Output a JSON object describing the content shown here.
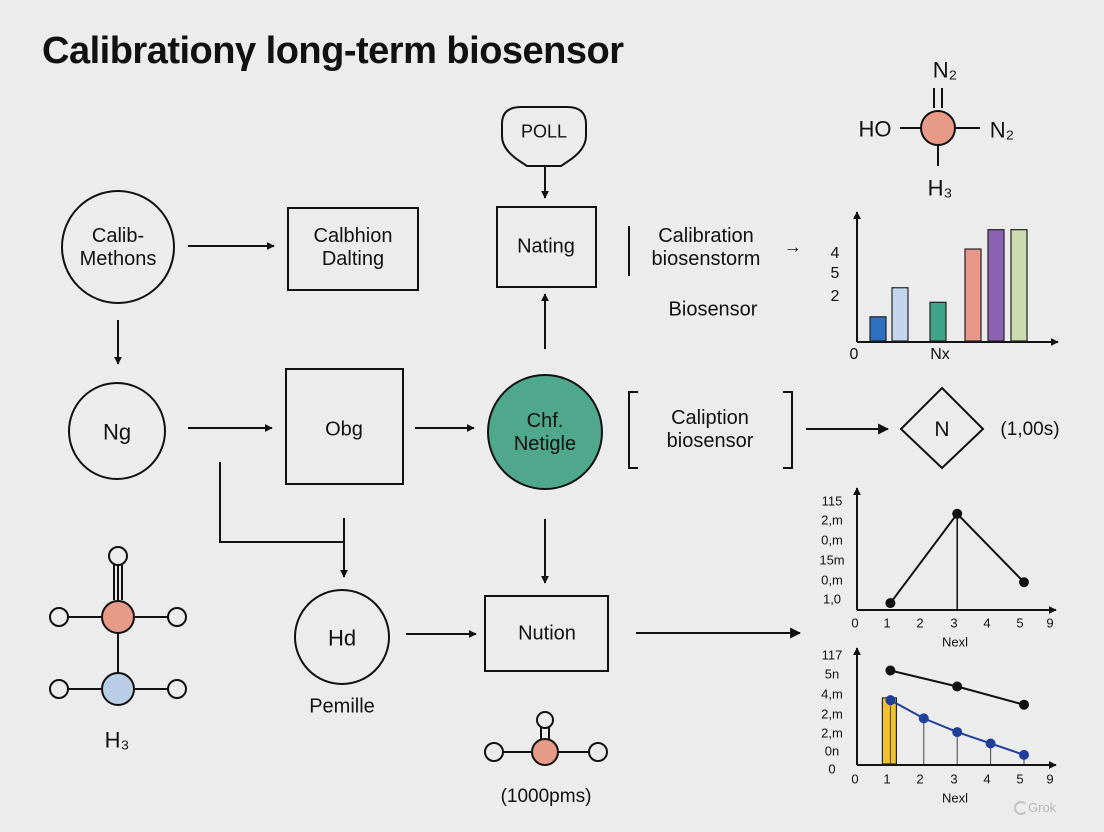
{
  "title": "Calibrationγ long-term biosensor",
  "nodes": {
    "calib_methons": "Calib-\nMethons",
    "ng": "Ng",
    "calbhion": "Calbhion\nDalting",
    "obg": "Obg",
    "poll": "POLL",
    "nating": "Nating",
    "chf_netigle": "Chf.\nNetigle",
    "calibration_biosenstorm": "Calibration\nbiosenstorm",
    "biosensor": "Biosensor",
    "caliption": "Caliption\nbiosensor",
    "n_diamond": "N",
    "n_diamond_note": "(1,00s)",
    "hd": "Hd",
    "pemille": "Pemille",
    "nution": "Nution",
    "pms_label": "(1000pms)",
    "h3_left": "H₃"
  },
  "molecule_top_right": {
    "n2_top": "N₂",
    "ho": "HO",
    "n2_right": "N₂",
    "h3": "H₃"
  },
  "colors": {
    "teal_node": "#4fa88c",
    "salmon_atom": "#e79a88",
    "blue_atom": "#b9cde6"
  },
  "chart_data": [
    {
      "type": "bar",
      "yticks": [
        "4",
        "5",
        "2"
      ],
      "xticks": [
        "0",
        "Nx"
      ],
      "series": [
        {
          "color": "#2f6fc0",
          "value": 1.0
        },
        {
          "color": "#c4d6ee",
          "value": 2.2
        },
        {
          "color": "#3fa38a",
          "value": 1.6
        },
        {
          "color": "#e8968a",
          "value": 3.8
        },
        {
          "color": "#8c62b4",
          "value": 4.6
        },
        {
          "color": "#cddcb0",
          "value": 4.6
        }
      ],
      "ylim": [
        0,
        5
      ]
    },
    {
      "type": "line",
      "yticks": [
        "115",
        "2,m",
        "0,m",
        "15m",
        "0,m",
        "1,0"
      ],
      "xticks": [
        "0",
        "1",
        "2",
        "3",
        "4",
        "5",
        "9"
      ],
      "xlabel": "Nexl",
      "points": [
        [
          1,
          0.2
        ],
        [
          3,
          3.2
        ],
        [
          5,
          0.9
        ]
      ],
      "ylim": [
        0,
        4
      ]
    },
    {
      "type": "line",
      "yticks": [
        "117",
        "5n",
        "4,m",
        "2,m",
        "2,m",
        "0n",
        "0"
      ],
      "xticks": [
        "0",
        "1",
        "2",
        "3",
        "4",
        "5",
        "9"
      ],
      "xlabel": "Nexl",
      "series": [
        {
          "color": "#111111",
          "points": [
            [
              1,
              4.1
            ],
            [
              3,
              3.4
            ],
            [
              5,
              2.6
            ]
          ]
        },
        {
          "color": "#1f3f9a",
          "points": [
            [
              1,
              2.8
            ],
            [
              2,
              2.0
            ],
            [
              3,
              1.4
            ],
            [
              4,
              0.9
            ],
            [
              5,
              0.4
            ]
          ]
        }
      ],
      "bar": {
        "x": 1,
        "value": 2.9,
        "color": "#f2c12e"
      },
      "ylim": [
        0,
        5
      ]
    }
  ],
  "watermark": "Grok"
}
